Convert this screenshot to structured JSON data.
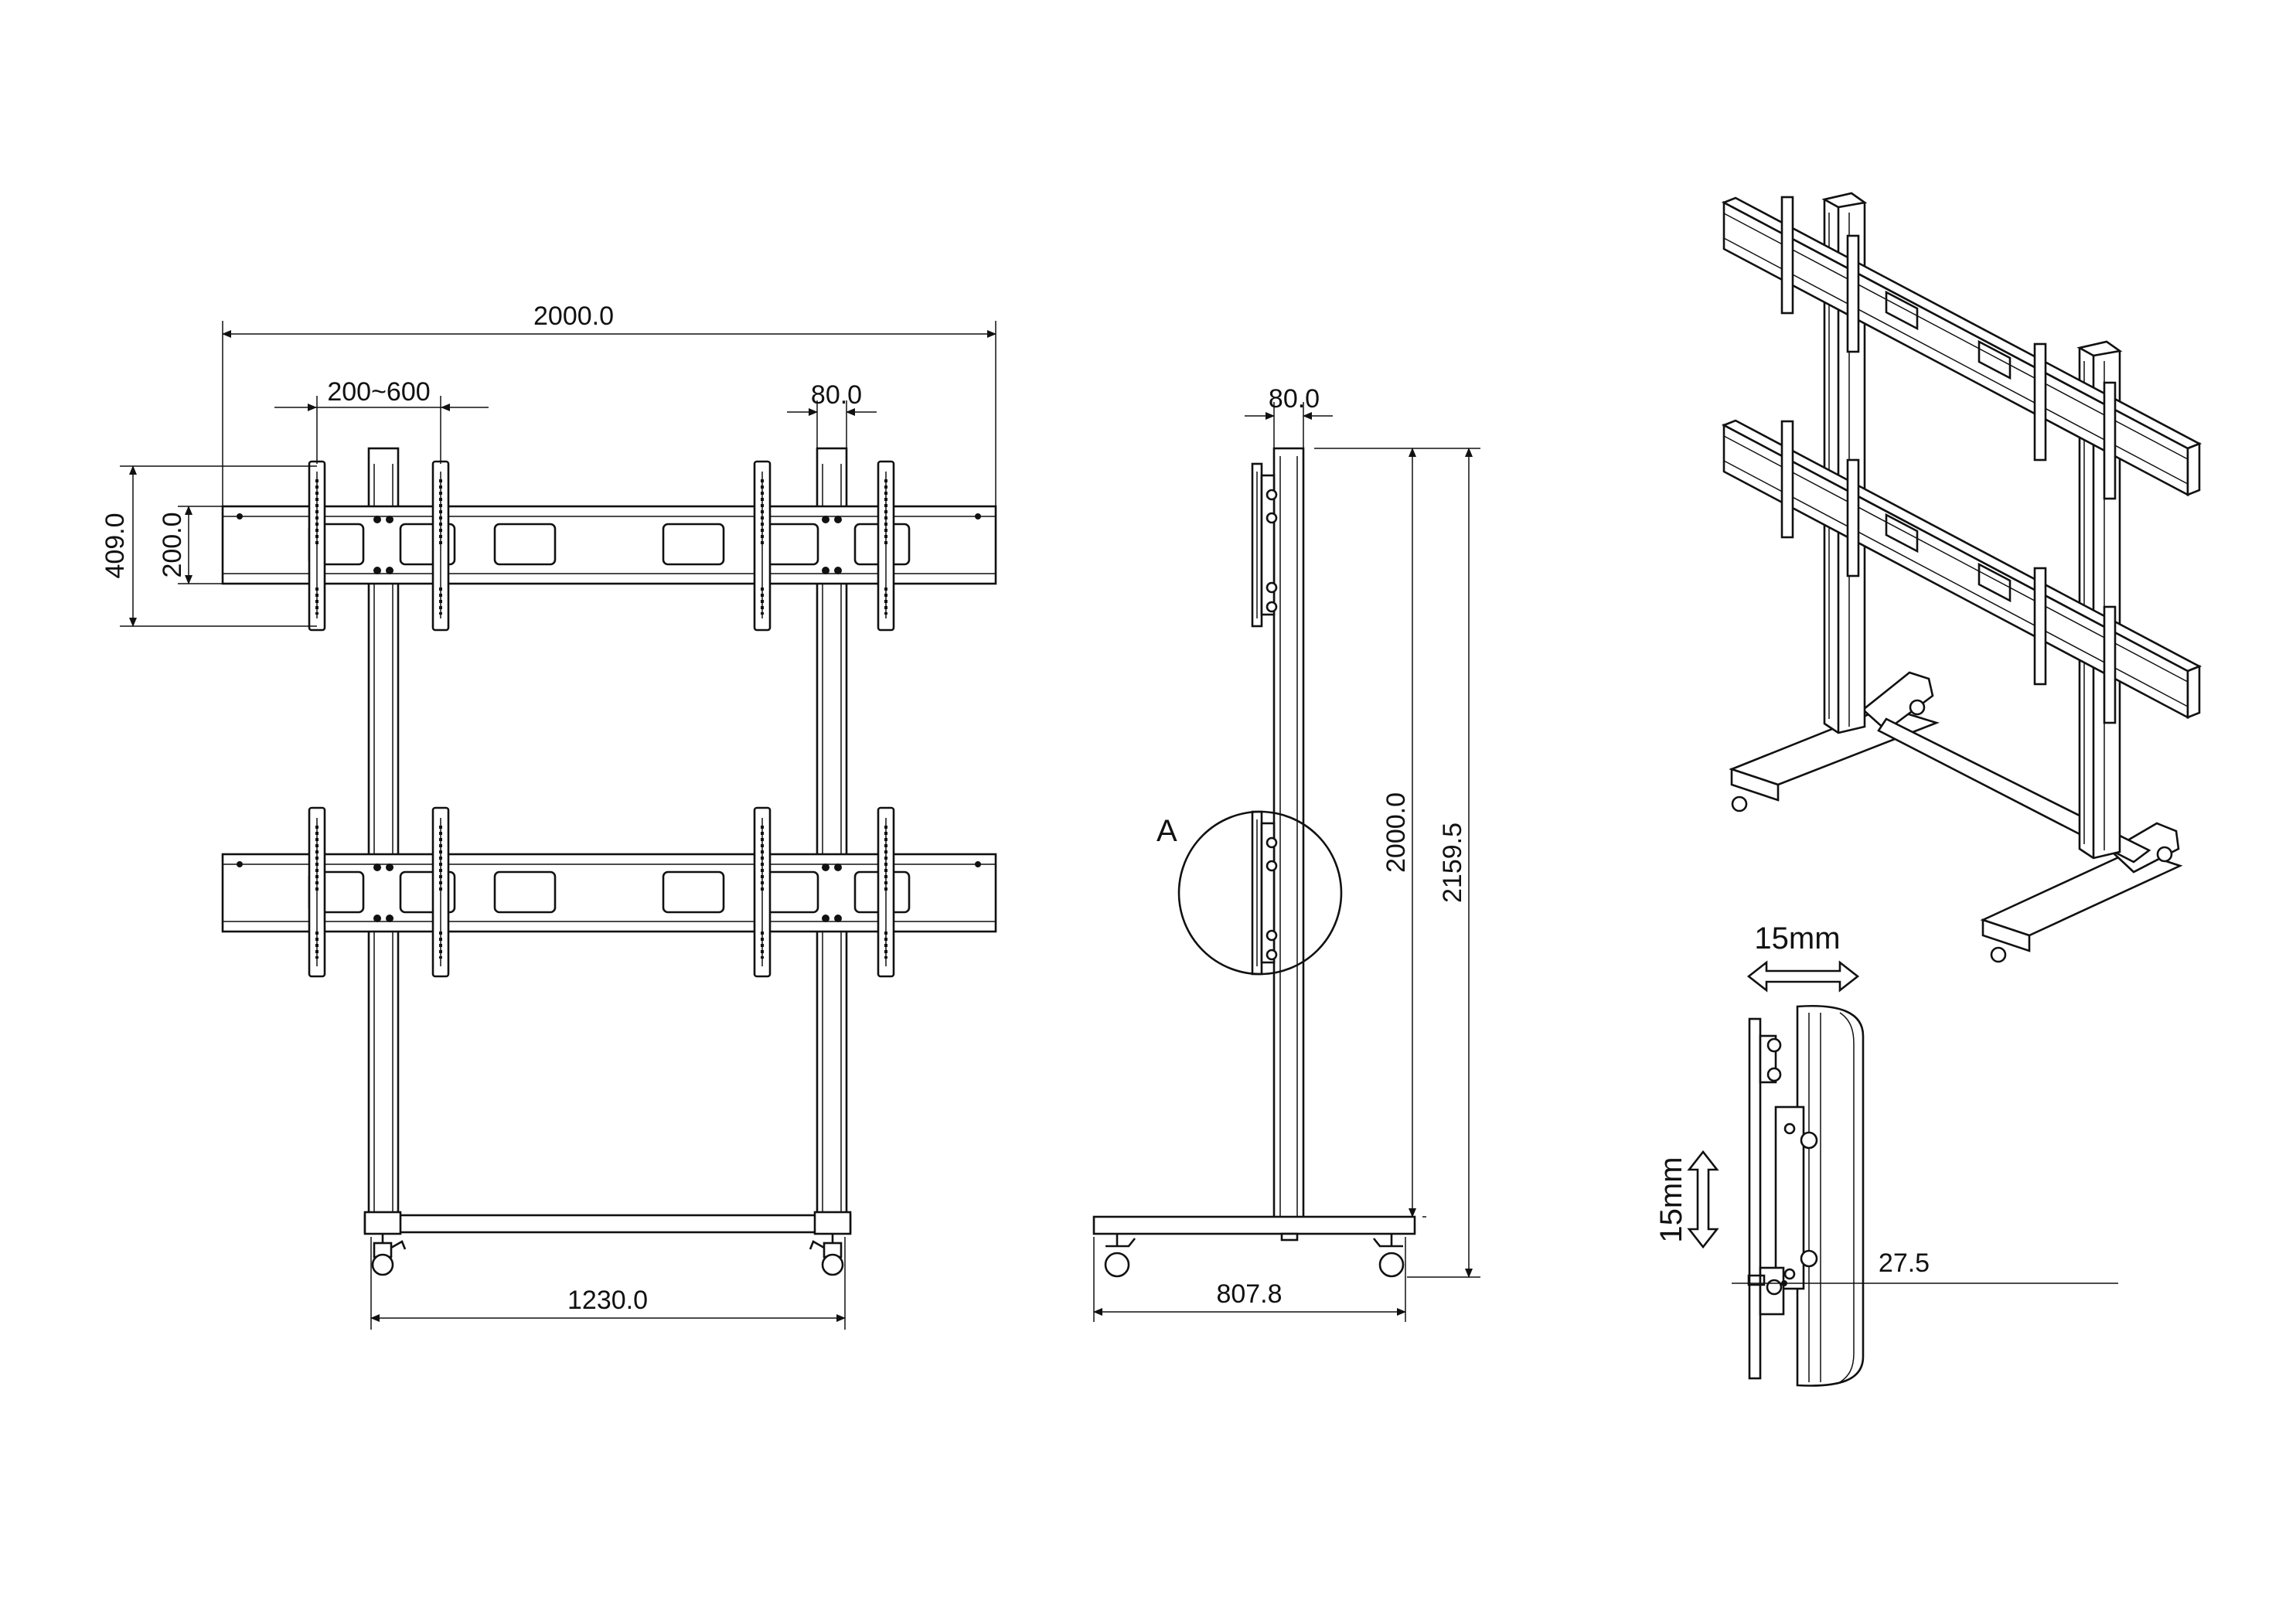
{
  "front_view": {
    "overall_width": "2000.0",
    "vesa_range": "200~600",
    "post_width": "80.0",
    "bracket_height": "409.0",
    "rail_height": "200.0",
    "base_width": "1230.0"
  },
  "side_view": {
    "post_depth": "80.0",
    "column_height": "2000.0",
    "overall_height": "2159.5",
    "base_depth": "807.8",
    "detail_callout": "A"
  },
  "detail_view": {
    "horizontal_adjust": "15mm",
    "vertical_adjust": "15mm",
    "offset": "27.5"
  }
}
